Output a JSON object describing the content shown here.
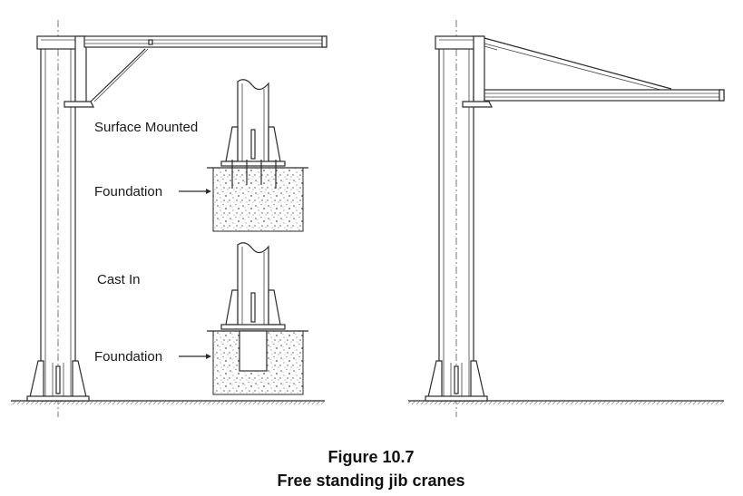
{
  "labels": {
    "surface_mounted": "Surface Mounted",
    "foundation_upper": "Foundation",
    "cast_in": "Cast In",
    "foundation_lower": "Foundation"
  },
  "caption": {
    "number": "Figure 10.7",
    "title": "Free standing jib cranes"
  },
  "colors": {
    "line": "#2b2b2b",
    "concrete_dot": "#555555"
  }
}
